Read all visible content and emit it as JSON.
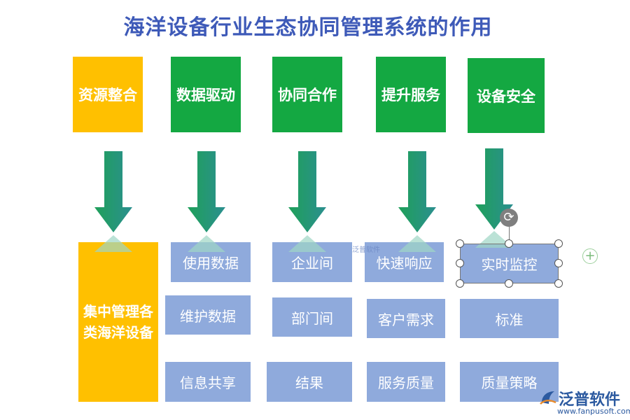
{
  "title": "海洋设备行业生态协同管理系统的作用",
  "top_boxes": [
    "资源整合",
    "数据驱动",
    "协同合作",
    "提升服务",
    "设备安全"
  ],
  "left_box": "集中管理各类海洋设备",
  "col2": [
    "使用数据",
    "维护数据",
    "信息共享"
  ],
  "col3": [
    "企业间",
    "部门间",
    "结果"
  ],
  "col4": [
    "快速响应",
    "客户需求",
    "服务质量"
  ],
  "col5": [
    "实时监控",
    "标准",
    "质量策略"
  ],
  "watermark": "泛普软件",
  "logo": {
    "name": "泛普软件",
    "url": "www.fanpusoft.com"
  },
  "colors": {
    "title": "#3e5ab8",
    "green": "#14a842",
    "gold": "#ffc000",
    "blue": "#8faadc",
    "arrow": "#1f9a5c",
    "arrow_dark": "#2a8a8a"
  }
}
